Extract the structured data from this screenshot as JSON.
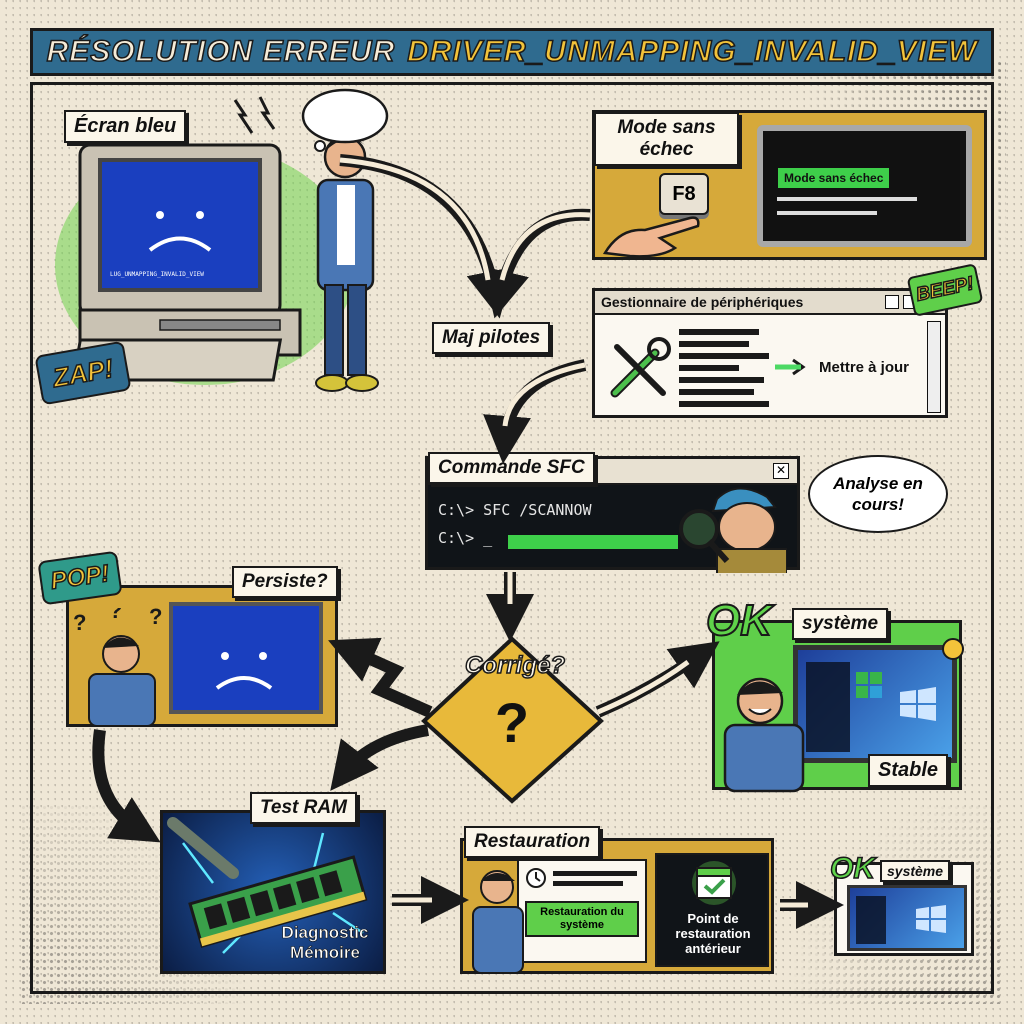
{
  "title": {
    "part1": "RÉSOLUTION ERREUR",
    "part2": "DRIVER_UNMAPPING_INVALID_VIEW"
  },
  "steps": {
    "blue_screen": {
      "label": "Écran bleu",
      "sfx": "ZAP!",
      "bsod_line": "LUG_UNMAPPING_INVALID_VIEW"
    },
    "safe_mode": {
      "label": "Mode sans échec",
      "key": "F8",
      "screen_text": "Mode sans échec"
    },
    "update_drivers": {
      "label": "Maj pilotes"
    },
    "device_manager": {
      "title": "Gestionnaire de périphériques",
      "action": "Mettre à jour",
      "sfx": "BEEP!"
    },
    "sfc": {
      "label": "Commande SFC",
      "line1": "C:\\> SFC /SCANNOW",
      "line2": "C:\\> _",
      "bubble": "Analyse en cours!"
    },
    "decision": {
      "label": "Corrigé?",
      "symbol": "?"
    },
    "persists": {
      "label": "Persiste?",
      "sfx": "POP!"
    },
    "ok_system": {
      "ok": "OK",
      "label": "système",
      "status": "Stable"
    },
    "ram_test": {
      "label": "Test RAM",
      "caption": "Diagnostic Mémoire"
    },
    "restore": {
      "label": "Restauration",
      "button": "Restauration du système",
      "point": "Point de restauration antérieur"
    },
    "ok_final": {
      "ok": "OK",
      "label": "système"
    }
  },
  "colors": {
    "title_bg": "#2f6b8f",
    "accent_yellow": "#f3c33a",
    "bsod_blue": "#1a3fbf",
    "terminal_green": "#4cd964",
    "paper": "#efe7d6"
  }
}
